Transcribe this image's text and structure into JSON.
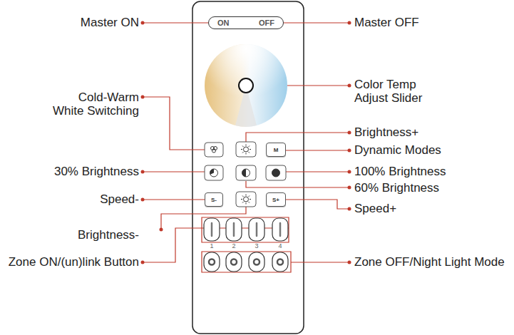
{
  "diagram": {
    "nodes": [
      {
        "text": [
          "ON",
          "OFF"
        ]
      },
      {
        "text": [
          "M"
        ]
      },
      {
        "text": [
          "S-"
        ]
      },
      {
        "text": [
          "S+"
        ]
      }
    ],
    "labels": [
      "Master ON",
      "Master OFF",
      "Color Temp Adjust Slider",
      "Cold-Warm White Switching",
      "Brightness+",
      "Dynamic Modes",
      "30% Brightness",
      "100% Brightness",
      "60% Brightness",
      "Speed-",
      "Speed+",
      "Brightness-",
      "1",
      "2",
      "3",
      "4",
      "Zone ON/(un)link Button",
      "Zone OFF/Night Light Mode"
    ]
  }
}
